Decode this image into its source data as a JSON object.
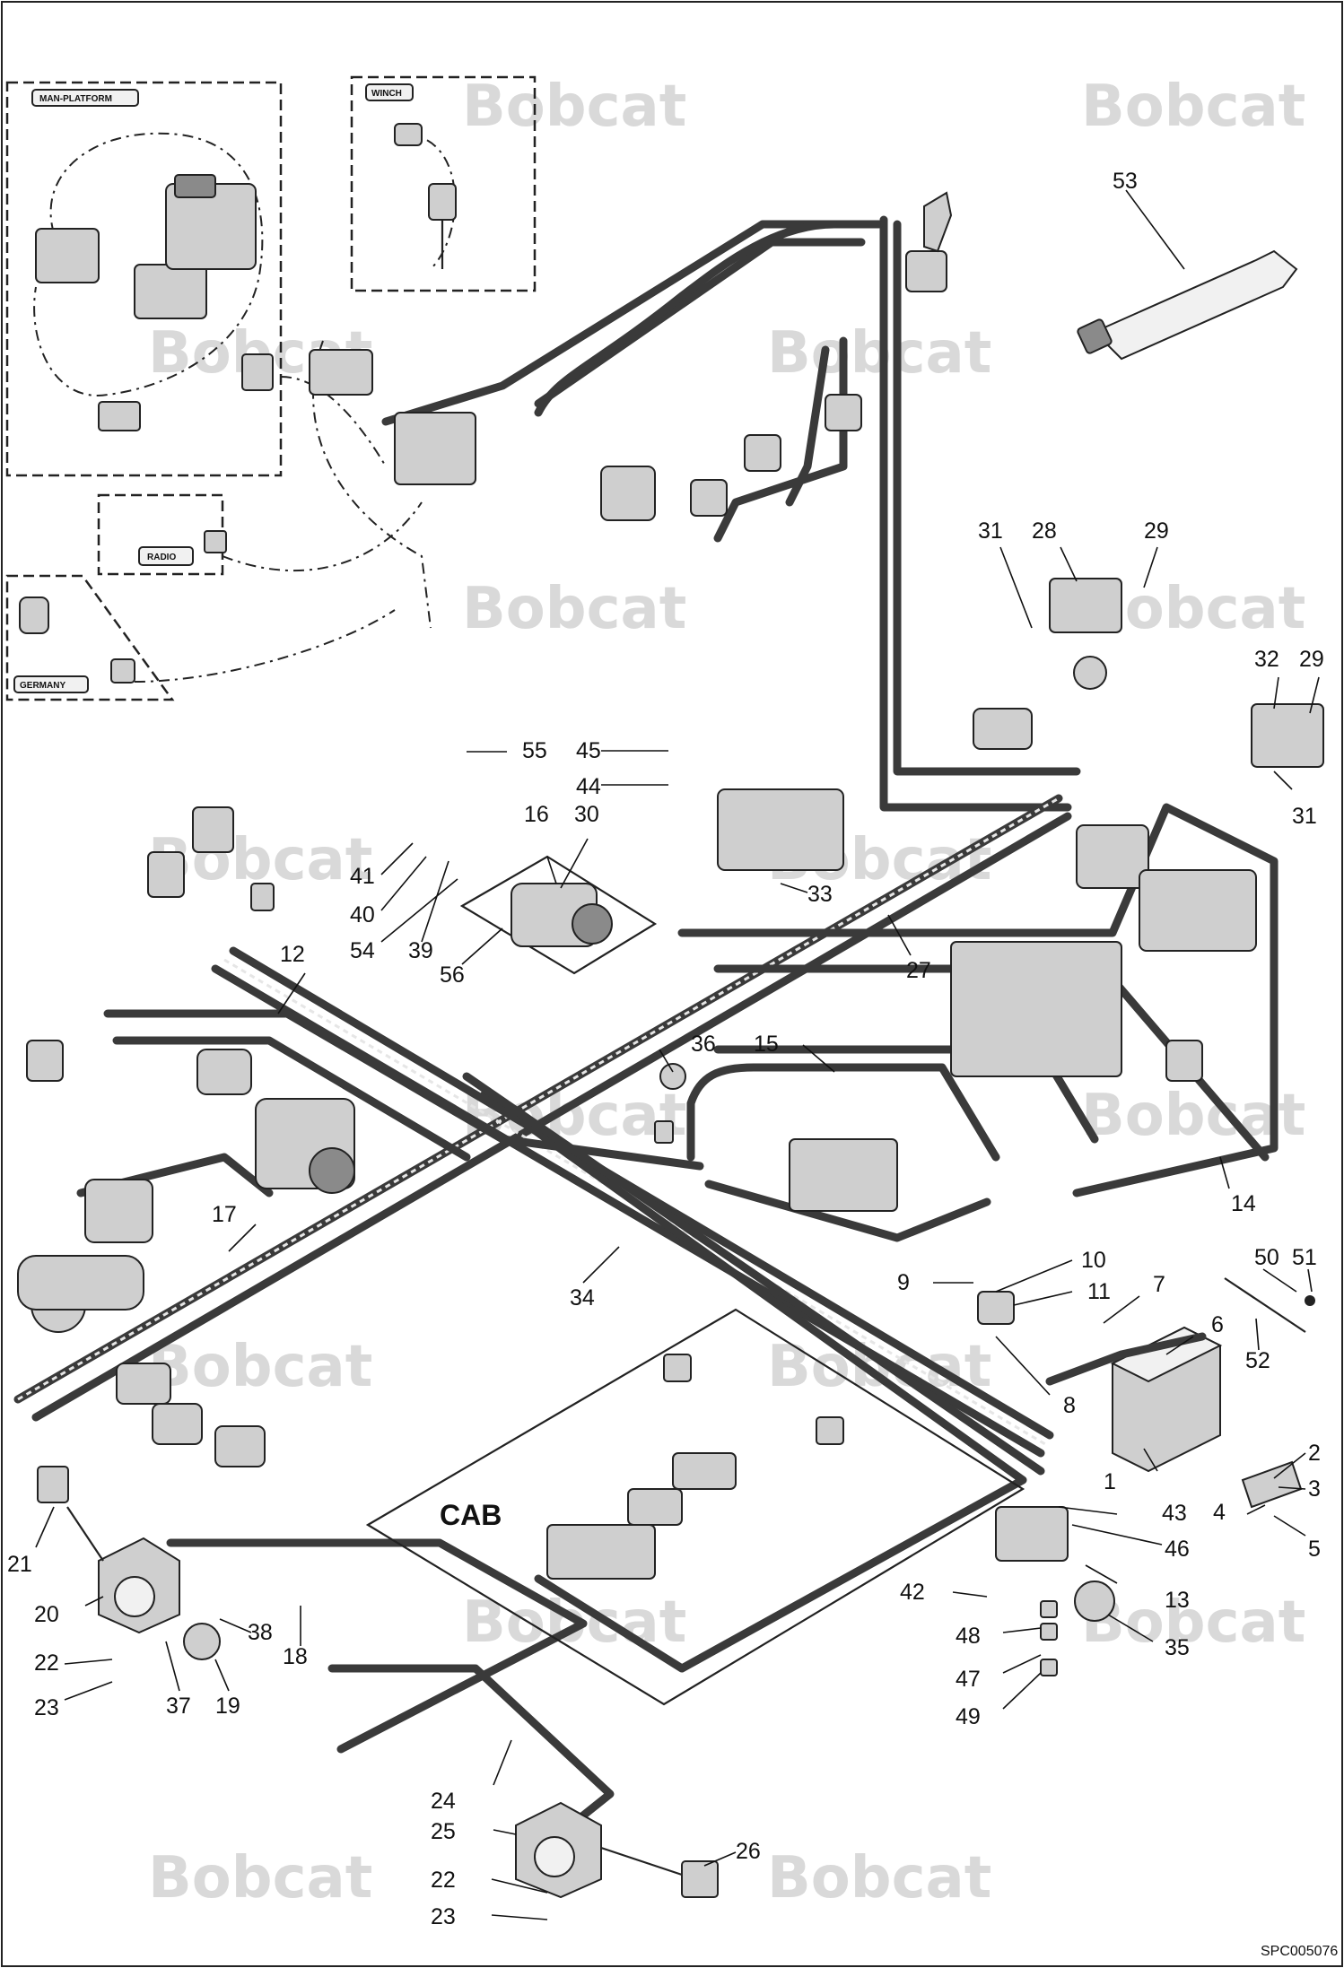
{
  "brand": {
    "watermark": "Bobcat"
  },
  "drawing_code": "SPC005076",
  "area_label": "CAB",
  "groups": [
    "MAN-PLATFORM",
    "WINCH",
    "RADIO",
    "GERMANY"
  ],
  "callouts": {
    "c1": "1",
    "c2": "2",
    "c3": "3",
    "c4": "4",
    "c5": "5",
    "c6": "6",
    "c7": "7",
    "c8": "8",
    "c9": "9",
    "c10": "10",
    "c11": "11",
    "c12": "12",
    "c13": "13",
    "c14": "14",
    "c15": "15",
    "c16": "16",
    "c17": "17",
    "c18": "18",
    "c19": "19",
    "c20": "20",
    "c21": "21",
    "c22": "22",
    "c22b": "22",
    "c23": "23",
    "c23b": "23",
    "c24": "24",
    "c25": "25",
    "c26": "26",
    "c27": "27",
    "c28": "28",
    "c29": "29",
    "c29b": "29",
    "c30": "30",
    "c31": "31",
    "c31b": "31",
    "c32": "32",
    "c33": "33",
    "c34": "34",
    "c35": "35",
    "c36": "36",
    "c37": "37",
    "c38": "38",
    "c39": "39",
    "c40": "40",
    "c41": "41",
    "c42": "42",
    "c43": "43",
    "c44": "44",
    "c45": "45",
    "c46": "46",
    "c47": "47",
    "c48": "48",
    "c49": "49",
    "c50": "50",
    "c51": "51",
    "c52": "52",
    "c53": "53",
    "c54": "54",
    "c55": "55",
    "c56": "56"
  }
}
